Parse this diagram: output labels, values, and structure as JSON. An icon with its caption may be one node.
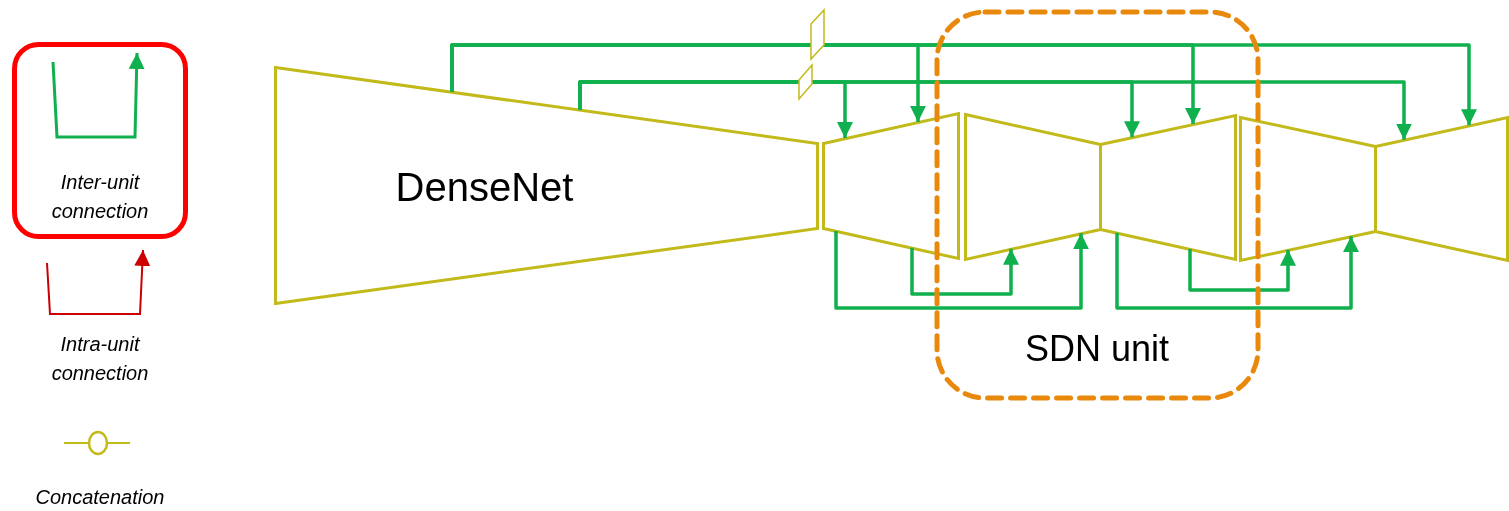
{
  "diagram": {
    "nodes": [
      {
        "text": [
          "DenseNet"
        ]
      },
      {
        "text": [],
        "shape": "trapezoid"
      },
      {
        "text": [],
        "shape": "trapezoid"
      },
      {
        "text": [],
        "shape": "trapezoid"
      },
      {
        "text": [],
        "shape": "trapezoid"
      },
      {
        "text": [],
        "shape": "trapezoid"
      }
    ],
    "edges": [
      {
        "from": 0,
        "to": 1,
        "arrow": "to"
      },
      {
        "from": 0,
        "to": 3,
        "arrow": "to"
      },
      {
        "from": 0,
        "to": 5,
        "arrow": "to"
      },
      {
        "from": 0,
        "to": 1,
        "arrow": "to"
      },
      {
        "from": 0,
        "to": 3,
        "arrow": "to"
      },
      {
        "from": 0,
        "to": 5,
        "arrow": "to"
      },
      {
        "from": 1,
        "to": 2,
        "arrow": "to"
      },
      {
        "from": 1,
        "to": 2,
        "arrow": "to"
      },
      {
        "from": 3,
        "to": 4,
        "arrow": "to"
      },
      {
        "from": 3,
        "to": 4,
        "arrow": "to"
      }
    ],
    "labels": [
      "SDN unit"
    ],
    "legend": [
      {
        "text": "Inter-unit connection"
      },
      {
        "text": "Intra-unit connection"
      },
      {
        "text": "Concatenation"
      }
    ]
  }
}
